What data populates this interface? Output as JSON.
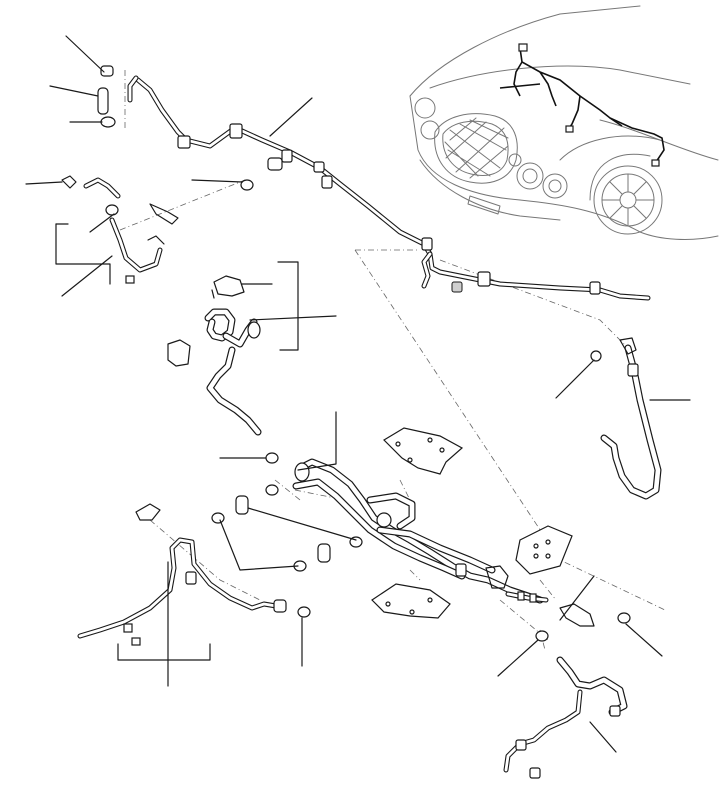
{
  "diagram": {
    "type": "exploded-parts-view",
    "labels": [],
    "colors": {
      "line": "#1a1a1a",
      "car_outline": "#777777",
      "background": "#ffffff"
    },
    "parts": [
      "upper-harness-tube",
      "engine-bay-harness",
      "front-left-harness",
      "lower-tube-assembly",
      "right-side-tube",
      "bottom-right-tube",
      "protective-plates",
      "clips-and-grommets",
      "vehicle-locator-view"
    ]
  }
}
